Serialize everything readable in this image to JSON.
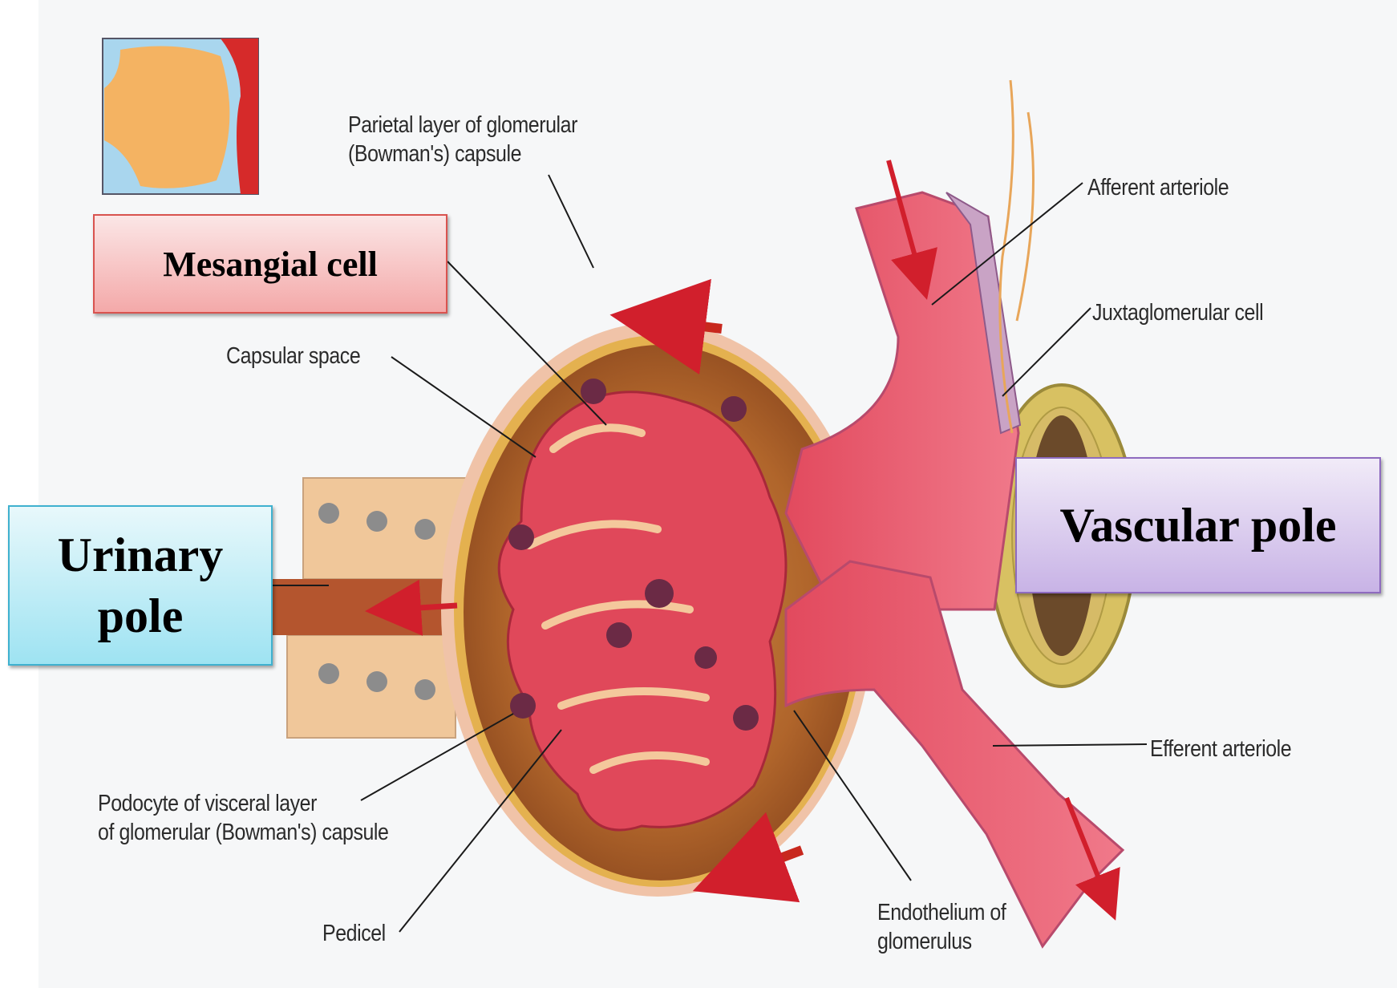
{
  "diagram": {
    "labels": {
      "parietal_line1": "Parietal layer of glomerular",
      "parietal_line2": "(Bowman's) capsule",
      "capsular_space": "Capsular space",
      "afferent": "Afferent arteriole",
      "juxtaglomerular": "Juxtaglomerular cell",
      "efferent": "Efferent arteriole",
      "podocyte_line1": "Podocyte of visceral layer",
      "podocyte_line2": "of glomerular (Bowman's) capsule",
      "pedicel": "Pedicel",
      "endothelium_line1": "Endothelium of",
      "endothelium_line2": "glomerulus"
    },
    "boxes": {
      "mesangial": "Mesangial cell",
      "urinary_line1": "Urinary",
      "urinary_line2": "pole",
      "vascular": "Vascular pole"
    },
    "colors": {
      "mesangial_box": "#f4a9a9",
      "urinary_box": "#9ee3f2",
      "vascular_box": "#c8b3e6",
      "capsule": "#b5652a",
      "vessel": "#e8495f"
    }
  }
}
